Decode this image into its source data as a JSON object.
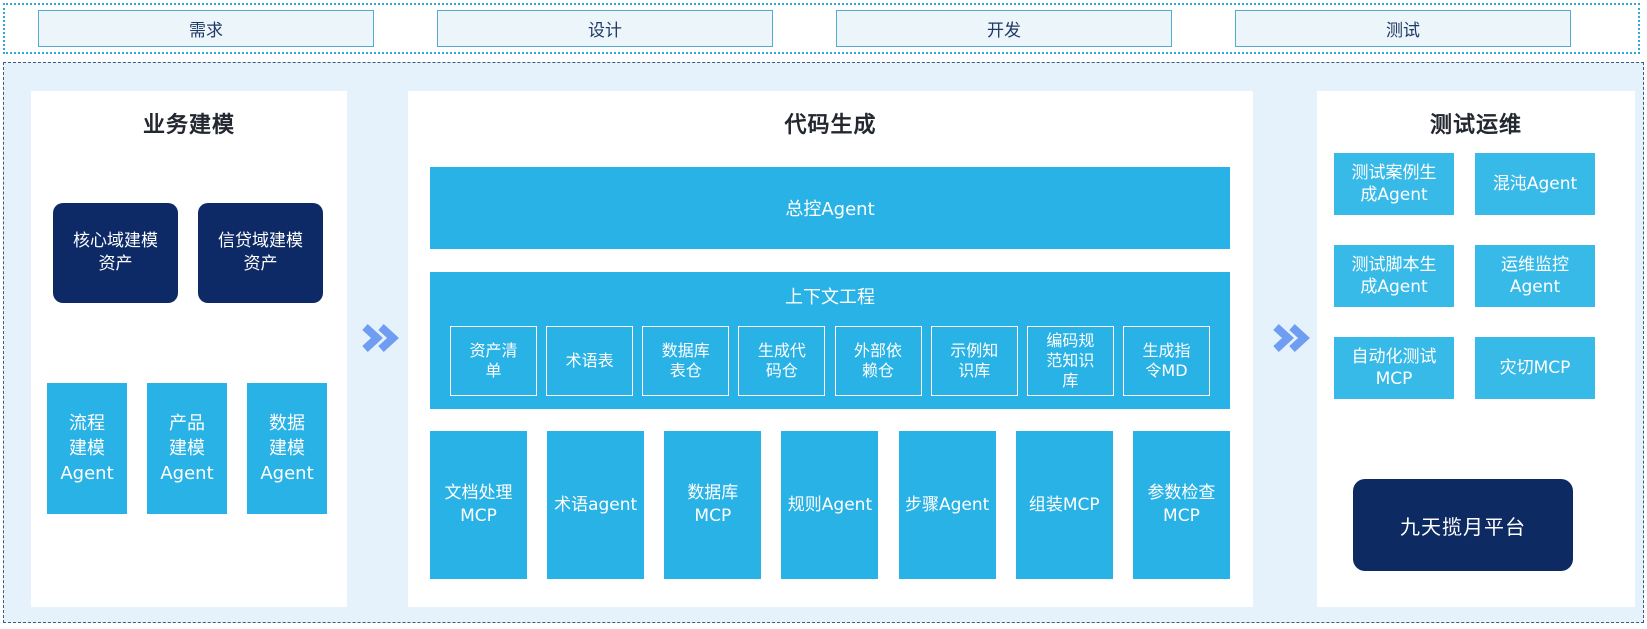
{
  "phases": [
    "需求",
    "设计",
    "开发",
    "测试"
  ],
  "panels": {
    "business_modeling": {
      "title": "业务建模",
      "asset_boxes": [
        "核心域建模\n资产",
        "信贷域建模\n资产"
      ],
      "agent_boxes": [
        "流程\n建模\nAgent",
        "产品\n建模\nAgent",
        "数据\n建模\nAgent"
      ]
    },
    "code_generation": {
      "title": "代码生成",
      "master_agent": "总控Agent",
      "context_engineering": {
        "title": "上下文工程",
        "items": [
          "资产清\n单",
          "术语表",
          "数据库\n表仓",
          "生成代\n码仓",
          "外部依\n赖仓",
          "示例知\n识库",
          "编码规\n范知识\n库",
          "生成指\n令MD"
        ]
      },
      "tools": [
        "文档处理\nMCP",
        "术语agent",
        "数据库\nMCP",
        "规则Agent",
        "步骤Agent",
        "组装MCP",
        "参数检查\nMCP"
      ]
    },
    "test_ops": {
      "title": "测试运维",
      "boxes": [
        "测试案例生\n成Agent",
        "混沌Agent",
        "测试脚本生\n成Agent",
        "运维监控\nAgent",
        "自动化测试\nMCP",
        "灾切MCP"
      ],
      "platform": "九天揽月平台"
    }
  },
  "icons": {
    "arrow": "double-chevron-right"
  },
  "colors": {
    "cyan": "#29b2e5",
    "cyan_light": "#38bae8",
    "navy": "#0e2a66",
    "navy_platform": "#0d2a63",
    "arrow_blue": "#6f9df2",
    "container_bg": "#e6f2fb",
    "dashed_border": "#3f5c78",
    "dotted_border": "#2fa9d6",
    "phase_fill": "#ecf5fa",
    "phase_border": "#55abce",
    "phase_text": "#1f3864"
  }
}
